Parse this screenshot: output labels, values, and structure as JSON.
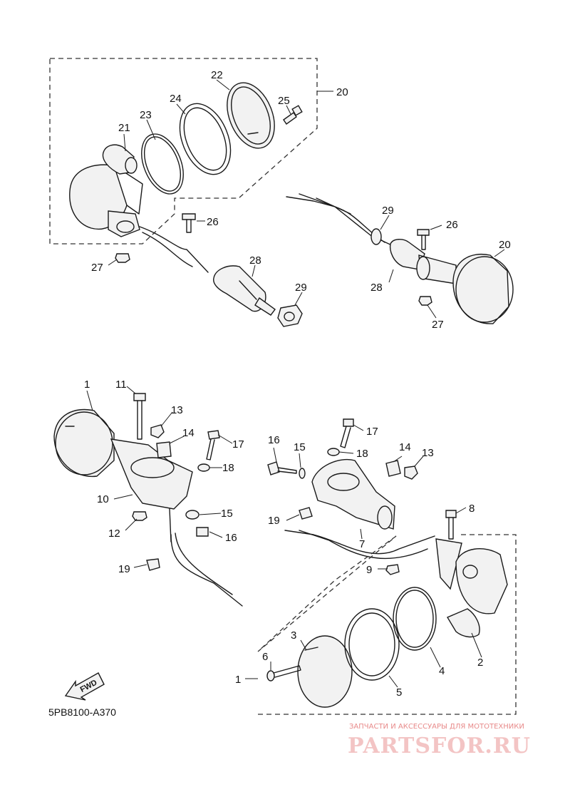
{
  "diagram_code": "5PB8100-A370",
  "fwd_label": "FWD",
  "watermark": {
    "tagline": "ЗАПЧАСТИ И АКСЕССУАРЫ ДЛЯ МОТОТЕХНИКИ",
    "logo": "PARTSFOR.RU"
  },
  "callouts": {
    "c1a": "1",
    "c1b": "1",
    "c2": "2",
    "c3": "3",
    "c4": "4",
    "c5": "5",
    "c6": "6",
    "c7": "7",
    "c8": "8",
    "c9": "9",
    "c10": "10",
    "c11": "11",
    "c12": "12",
    "c13a": "13",
    "c13b": "13",
    "c14a": "14",
    "c14b": "14",
    "c15a": "15",
    "c15b": "15",
    "c16a": "16",
    "c16b": "16",
    "c17a": "17",
    "c17b": "17",
    "c18a": "18",
    "c18b": "18",
    "c19a": "19",
    "c19b": "19",
    "c20a": "20",
    "c20b": "20",
    "c21": "21",
    "c22": "22",
    "c23": "23",
    "c24": "24",
    "c25": "25",
    "c26a": "26",
    "c26b": "26",
    "c27a": "27",
    "c27b": "27",
    "c28a": "28",
    "c28b": "28",
    "c29a": "29",
    "c29b": "29"
  }
}
